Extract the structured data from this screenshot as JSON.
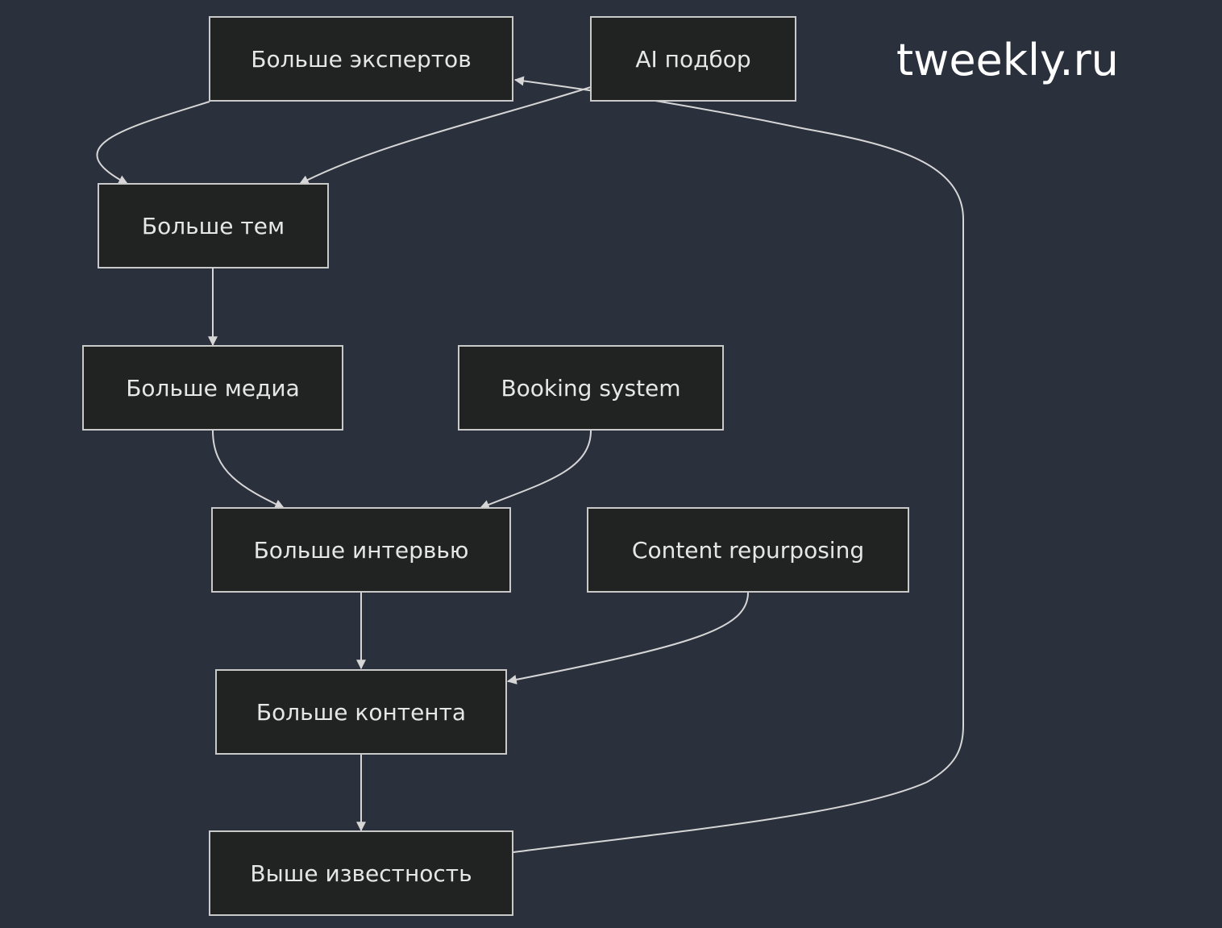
{
  "brand": {
    "logo_text": "tweekly.ru"
  },
  "nodes": {
    "more_experts": "Больше экспертов",
    "ai_matching": "AI подбор",
    "more_topics": "Больше тем",
    "more_media": "Больше медиа",
    "booking_system": "Booking system",
    "more_interviews": "Больше интервью",
    "content_repurposing": "Content repurposing",
    "more_content": "Больше контента",
    "higher_awareness": "Выше известность"
  },
  "edges": [
    {
      "from": "more_experts",
      "to": "more_topics"
    },
    {
      "from": "ai_matching",
      "to": "more_topics"
    },
    {
      "from": "higher_awareness",
      "to": "more_experts"
    },
    {
      "from": "more_topics",
      "to": "more_media"
    },
    {
      "from": "more_media",
      "to": "more_interviews"
    },
    {
      "from": "booking_system",
      "to": "more_interviews"
    },
    {
      "from": "more_interviews",
      "to": "more_content"
    },
    {
      "from": "content_repurposing",
      "to": "more_content"
    },
    {
      "from": "more_content",
      "to": "higher_awareness"
    }
  ],
  "colors": {
    "background": "#2b303d",
    "node_fill": "#212323",
    "node_border": "#c9c9c9",
    "edge": "#d6d6d6",
    "text": "#e6e6e6",
    "logo": "#ffffff"
  }
}
